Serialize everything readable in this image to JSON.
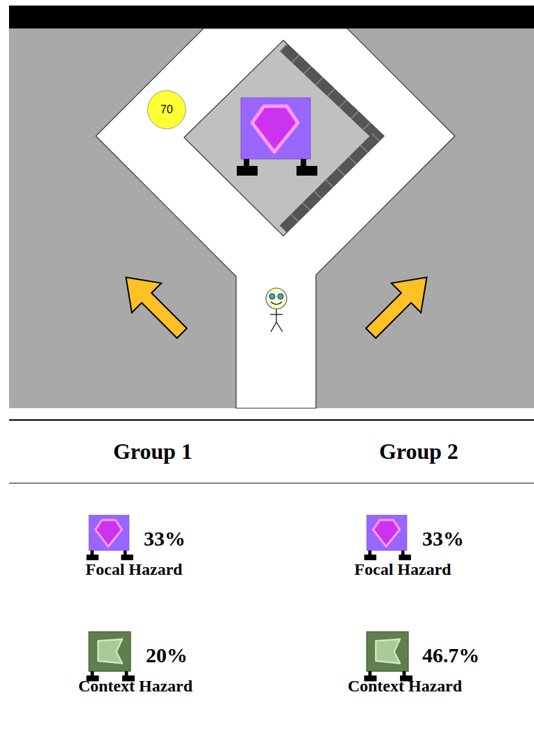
{
  "diagram": {
    "nodes": [
      {
        "text": [
          "70"
        ]
      }
    ],
    "labels": [
      "Group 1",
      "Group 2",
      "33%",
      "Focal Hazard",
      "33%",
      "Focal Hazard",
      "20%",
      "Context Hazard",
      "46.7%",
      "Context Hazard"
    ]
  }
}
